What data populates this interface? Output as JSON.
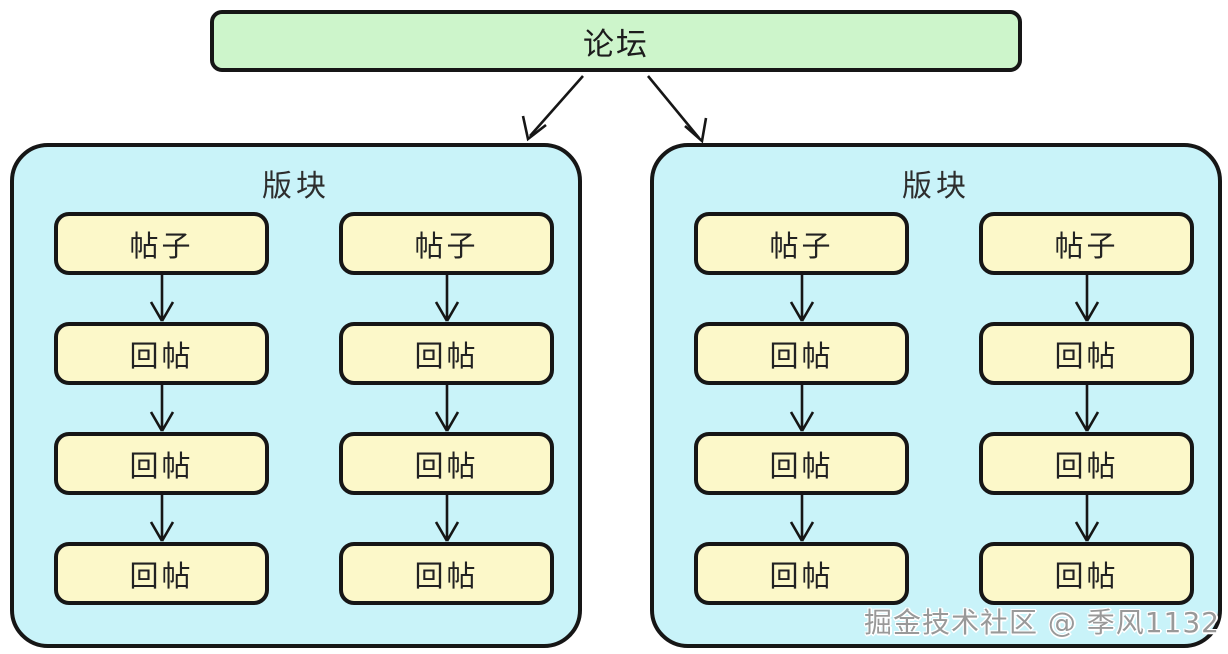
{
  "forum": {
    "label": "论坛"
  },
  "sections": [
    {
      "label": "版块",
      "columns": [
        {
          "boxes": [
            {
              "label": "帖子"
            },
            {
              "label": "回帖"
            },
            {
              "label": "回帖"
            },
            {
              "label": "回帖"
            }
          ]
        },
        {
          "boxes": [
            {
              "label": "帖子"
            },
            {
              "label": "回帖"
            },
            {
              "label": "回帖"
            },
            {
              "label": "回帖"
            }
          ]
        }
      ]
    },
    {
      "label": "版块",
      "columns": [
        {
          "boxes": [
            {
              "label": "帖子"
            },
            {
              "label": "回帖"
            },
            {
              "label": "回帖"
            },
            {
              "label": "回帖"
            }
          ]
        },
        {
          "boxes": [
            {
              "label": "帖子"
            },
            {
              "label": "回帖"
            },
            {
              "label": "回帖"
            },
            {
              "label": "回帖"
            }
          ]
        }
      ]
    }
  ],
  "watermark": {
    "text": "掘金技术社区 @ 季风1132"
  },
  "colors": {
    "forum_fill": "#cdf5cb",
    "section_fill": "#c9f3f9",
    "box_fill": "#fcf8c9",
    "line": "#161616",
    "watermark_text": "#999999"
  }
}
